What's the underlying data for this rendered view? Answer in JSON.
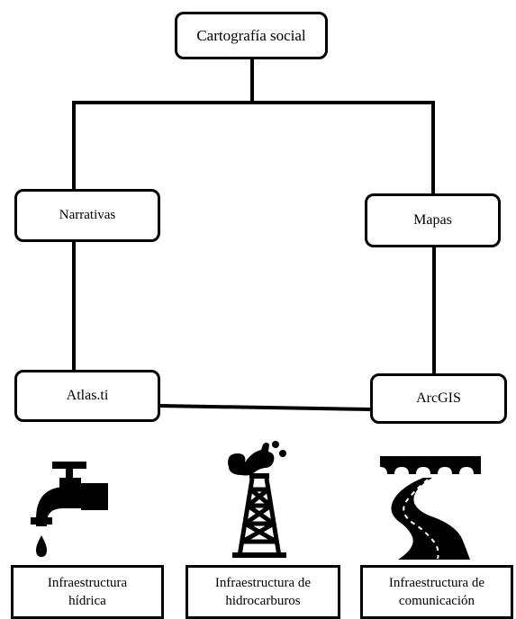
{
  "diagram": {
    "root": {
      "label": "Cartografía social"
    },
    "branches": [
      {
        "label": "Narrativas",
        "tool": "Atlas.ti"
      },
      {
        "label": "Mapas",
        "tool": "ArcGIS"
      }
    ]
  },
  "infrastructure": [
    {
      "line1": "Infraestructura",
      "line2": "hídrica",
      "icon": "faucet-icon"
    },
    {
      "line1": "Infraestructura de",
      "line2": "hidrocarburos",
      "icon": "oil-derrick-icon"
    },
    {
      "line1": "Infraestructura de",
      "line2": "comunicación",
      "icon": "road-bridge-icon"
    }
  ],
  "colors": {
    "stroke": "#000000",
    "background": "#ffffff"
  }
}
